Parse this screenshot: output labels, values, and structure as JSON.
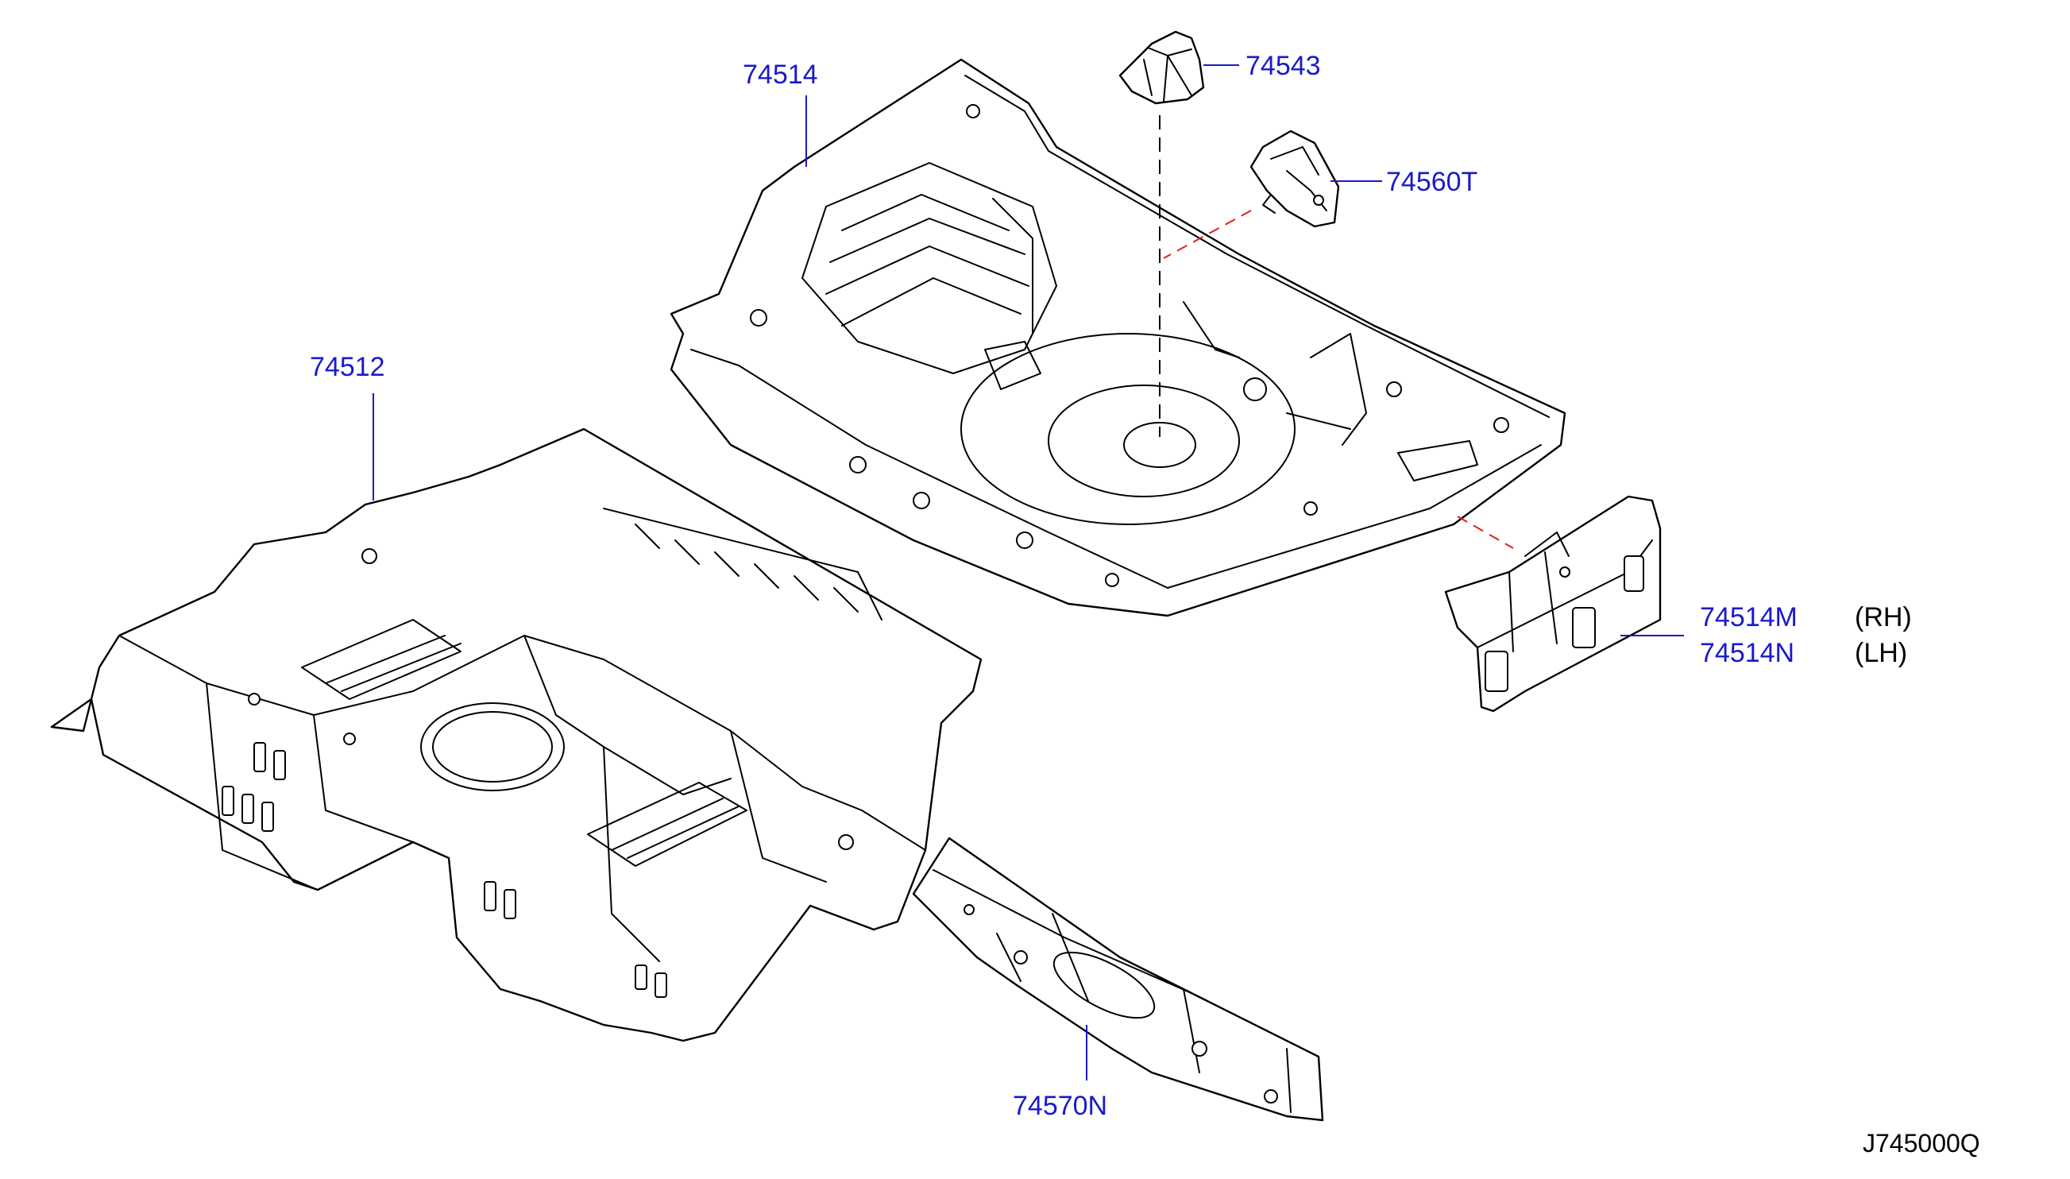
{
  "diagram": {
    "parts": [
      {
        "number": "74514"
      },
      {
        "number": "74543"
      },
      {
        "number": "74560T"
      },
      {
        "number": "74512"
      },
      {
        "number": "74514M",
        "side": "(RH)"
      },
      {
        "number": "74514N",
        "side": "(LH)"
      },
      {
        "number": "74570N"
      }
    ],
    "code": "J745000Q",
    "colors": {
      "label": "#1a1acc",
      "linework": "#000000",
      "dashed_guide": "#e02020"
    }
  }
}
